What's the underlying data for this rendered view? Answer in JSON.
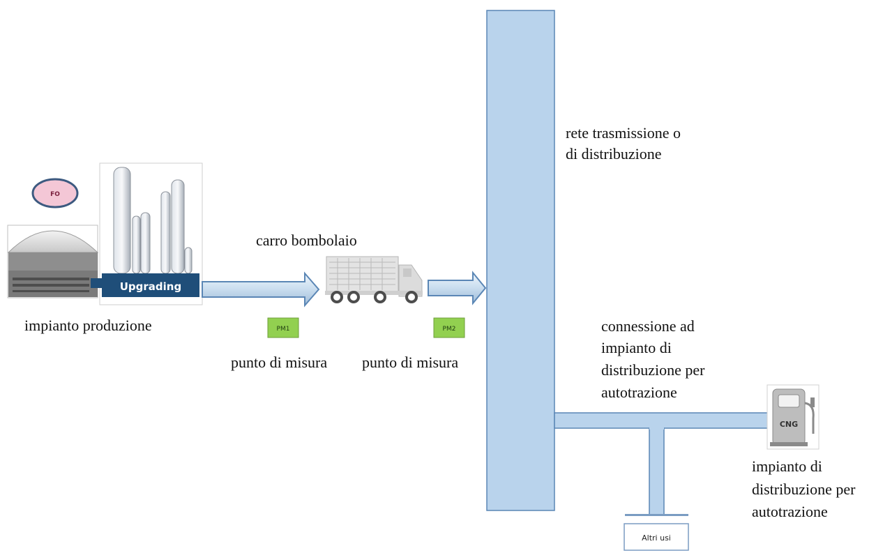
{
  "labels": {
    "fo": "FO",
    "upgrading": "Upgrading",
    "plant": "impianto produzione",
    "truck": "carro bombolaio",
    "pm1": "PM1",
    "pm2": "PM2",
    "measure_point_1": "punto di misura",
    "measure_point_2": "punto di misura",
    "network_line1": "rete trasmissione o",
    "network_line2": "di distribuzione",
    "connection_line1": "connessione ad",
    "connection_line2": "impianto di",
    "connection_line3": "distribuzione per",
    "connection_line4": "autotrazione",
    "station_line1": "impianto di",
    "station_line2": "distribuzione per",
    "station_line3": "autotrazione",
    "cng": "CNG",
    "other_uses": "Altri usi"
  },
  "colors": {
    "pipe_fill": "#b9d3ec",
    "pipe_stroke": "#5a86b5",
    "upgrading_bg": "#1f4e79",
    "pm_badge_fill": "#92d050",
    "fo_fill": "#f4c7d6",
    "fo_stroke": "#3d5a80"
  }
}
